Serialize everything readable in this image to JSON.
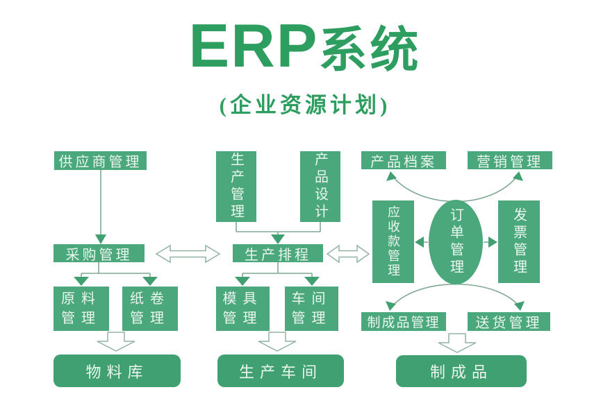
{
  "title": {
    "latin": "ERP",
    "cjk": "系统"
  },
  "subtitle": "(企业资源计划)",
  "colors": {
    "node_green": "#4aa87c",
    "bottom_node_green": "#41a071",
    "title_green": "#2d9e5f",
    "connector_line": "#7fa892",
    "node_text": "#ecf6ef"
  },
  "nodes": {
    "supplier": {
      "label": "供应商管理"
    },
    "production_mgmt": {
      "label": "生产管理"
    },
    "product_design": {
      "label": "产品设计"
    },
    "product_archive": {
      "label": "产品档案"
    },
    "marketing": {
      "label": "营销管理"
    },
    "purchasing": {
      "label": "采购管理"
    },
    "scheduling": {
      "label": "生产排程"
    },
    "receivables": {
      "label": "应收款管理"
    },
    "order_mgmt": {
      "label": "订单管理"
    },
    "invoice": {
      "label": "发票管理"
    },
    "raw_material": {
      "label": "原料管理"
    },
    "paper_roll": {
      "label": "纸卷管理"
    },
    "mold": {
      "label": "模具管理"
    },
    "workshop_mgmt": {
      "label": "车间管理"
    },
    "finished_goods_mgmt": {
      "label": "制成品管理"
    },
    "delivery": {
      "label": "送货管理"
    },
    "material_store": {
      "label": "物料库"
    },
    "production_workshop": {
      "label": "生产车间"
    },
    "finished_goods": {
      "label": "制成品"
    }
  }
}
